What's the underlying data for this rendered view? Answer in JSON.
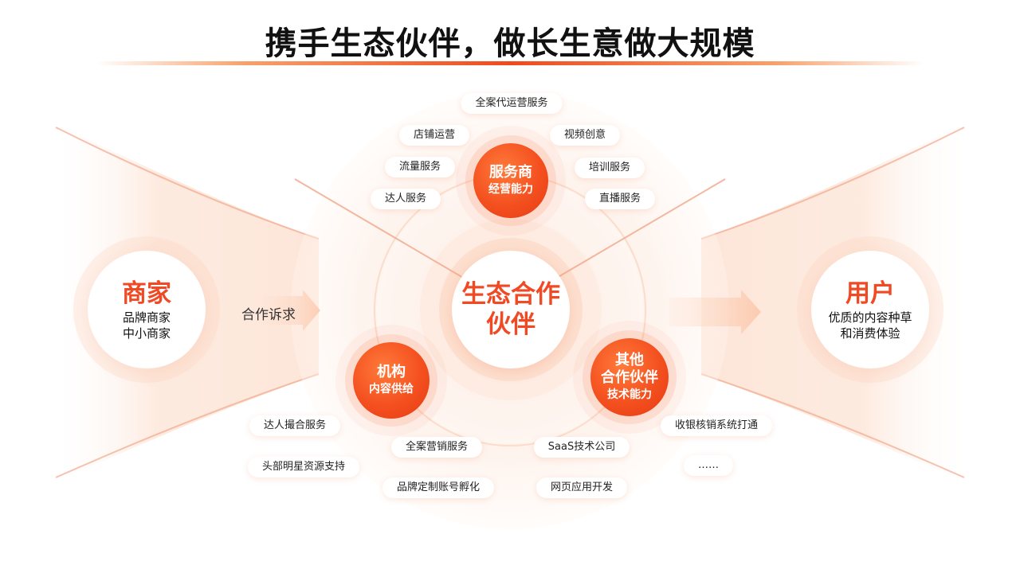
{
  "title": "携手生态伙伴，做长生意做大规模",
  "center_label": [
    "生态合作",
    "伙伴"
  ],
  "merchant": {
    "title": "商家",
    "lines": [
      "品牌商家",
      "中小商家"
    ]
  },
  "user": {
    "title": "用户",
    "lines": [
      "优质的内容种草",
      "和消费体验"
    ]
  },
  "demand_label": "合作诉求",
  "nodes": {
    "service": {
      "line1": "服务商",
      "line2": "经营能力"
    },
    "agency": {
      "line1": "机构",
      "line2": "内容供给"
    },
    "other": {
      "line1": "其他",
      "line2": "合作伙伴",
      "line3": "技术能力"
    }
  },
  "service_pills": [
    "全案代运营服务",
    "店铺运营",
    "视频创意",
    "流量服务",
    "培训服务",
    "达人服务",
    "直播服务"
  ],
  "agency_pills": [
    "达人撮合服务",
    "全案营销服务",
    "头部明星资源支持",
    "品牌定制账号孵化"
  ],
  "other_pills": [
    "收银核销系统打通",
    "SaaS技术公司",
    "……",
    "网页应用开发"
  ],
  "colors": {
    "accent": "#f04a24",
    "accent_light": "#fbb08a"
  }
}
